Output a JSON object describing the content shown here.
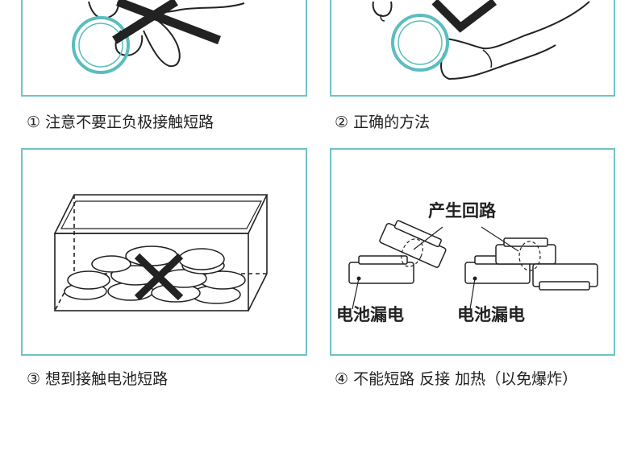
{
  "captions": {
    "c1": "① 注意不要正负极接触短路",
    "c2": "② 正确的方法",
    "c3": "③ 想到接触电池短路",
    "c4": "④ 不能短路 反接 加热（以免爆炸）"
  },
  "panel4_labels": {
    "circuit": "产生回路",
    "leak_left": "电池漏电",
    "leak_right": "电池漏电"
  },
  "colors": {
    "frame": "#6fc3c5",
    "cell_ring": "#5bbdbf",
    "line": "#222222"
  },
  "icons": {
    "cross_mark": "x-mark-icon"
  }
}
